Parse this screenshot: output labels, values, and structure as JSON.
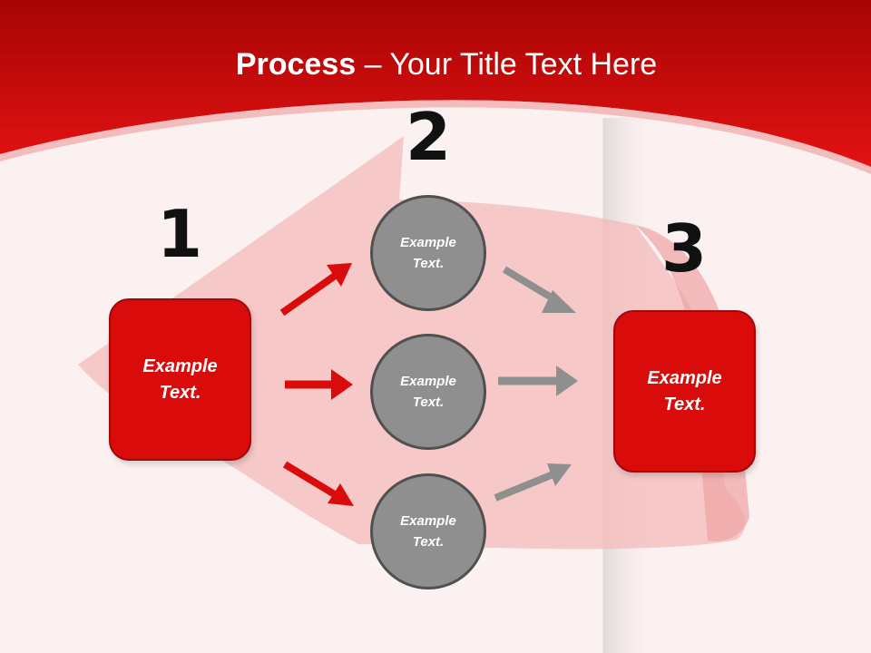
{
  "title": {
    "bold": "Process",
    "rest": " – Your Title Text Here"
  },
  "steps": [
    {
      "number": "1",
      "text": "Example\nText."
    },
    {
      "number": "2"
    },
    {
      "number": "3",
      "text": "Example\nText."
    }
  ],
  "circles": [
    {
      "text": "Example\nText."
    },
    {
      "text": "Example\nText."
    },
    {
      "text": "Example\nText."
    }
  ],
  "colors": {
    "red": "#d90b0b",
    "gray": "#8f8f8f",
    "background": "#fcf1f1"
  }
}
